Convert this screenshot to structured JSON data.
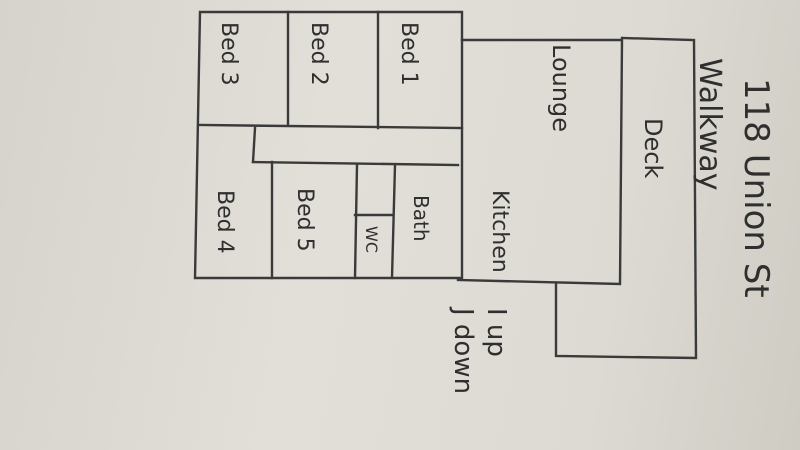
{
  "title": "118 Union St",
  "walkway": "Walkway",
  "deck": "Deck",
  "lounge": "Lounge",
  "kitchen": "Kitchen",
  "bath": "Bath",
  "wc": "WC",
  "rooms": {
    "bed1": "Bed 1",
    "bed2": "Bed 2",
    "bed3": "Bed 3",
    "bed4": "Bed 4",
    "bed5": "Bed 5"
  },
  "legend": {
    "up": "I up",
    "down": "J down"
  }
}
